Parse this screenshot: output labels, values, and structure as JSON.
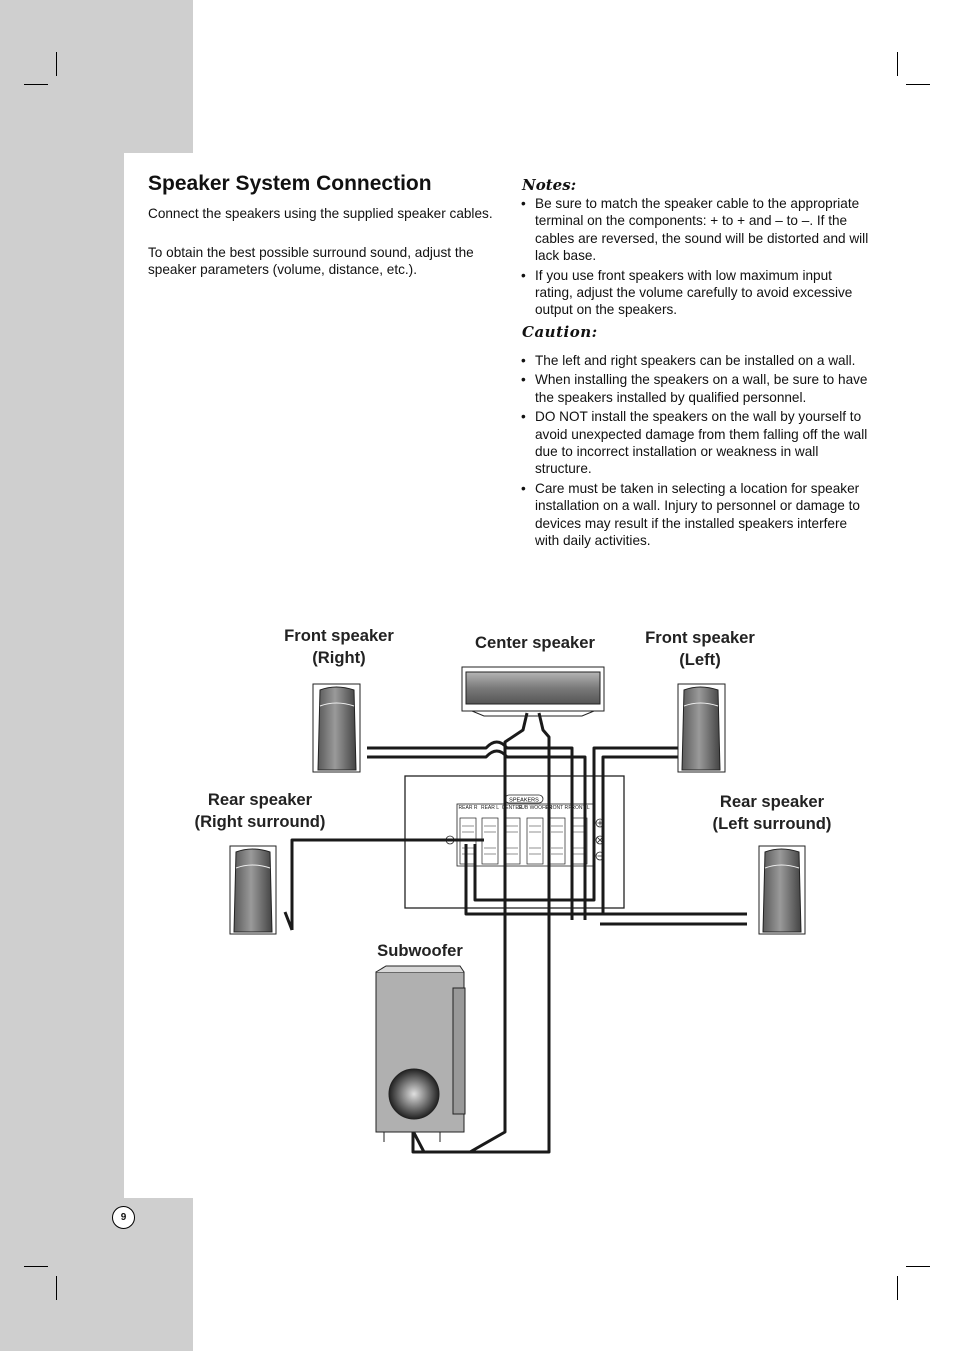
{
  "page": {
    "number": "9"
  },
  "heading": "Speaker System Connection",
  "intro": [
    "Connect the speakers using the supplied speaker cables.",
    "To obtain the best possible surround sound, adjust the speaker parameters (volume, distance, etc.)."
  ],
  "notes": {
    "title": "Notes:",
    "items": [
      "Be sure to match the speaker cable to the appropriate terminal on the components: + to + and – to –. If the cables are reversed, the sound will be distorted and will lack base.",
      "If you use front speakers with low maximum input rating, adjust the volume carefully to avoid excessive output on the speakers."
    ]
  },
  "caution": {
    "title": "Caution:",
    "items": [
      "The left and right speakers can be installed on a wall.",
      "When installing the speakers on a wall, be sure to have the speakers installed by qualified personnel.",
      "DO NOT install the speakers on the wall by yourself to avoid unexpected damage from them falling off the wall due to incorrect installation or weakness in wall structure.",
      "Care must be taken in selecting a location for speaker installation on a wall. Injury to personnel or damage to devices may result if the installed speakers interfere with daily activities."
    ]
  },
  "diagram": {
    "labels": {
      "front_right": "Front speaker\n(Right)",
      "center": "Center speaker",
      "front_left": "Front speaker\n(Left)",
      "rear_right": "Rear speaker\n(Right surround)",
      "rear_left": "Rear speaker\n(Left surround)",
      "subwoofer": "Subwoofer"
    },
    "panel": {
      "header": "SPEAKERS",
      "terminals": [
        "REAR R",
        "REAR L",
        "CENTER",
        "SUB WOOFER",
        "FRONT R",
        "FRONT L"
      ]
    }
  }
}
